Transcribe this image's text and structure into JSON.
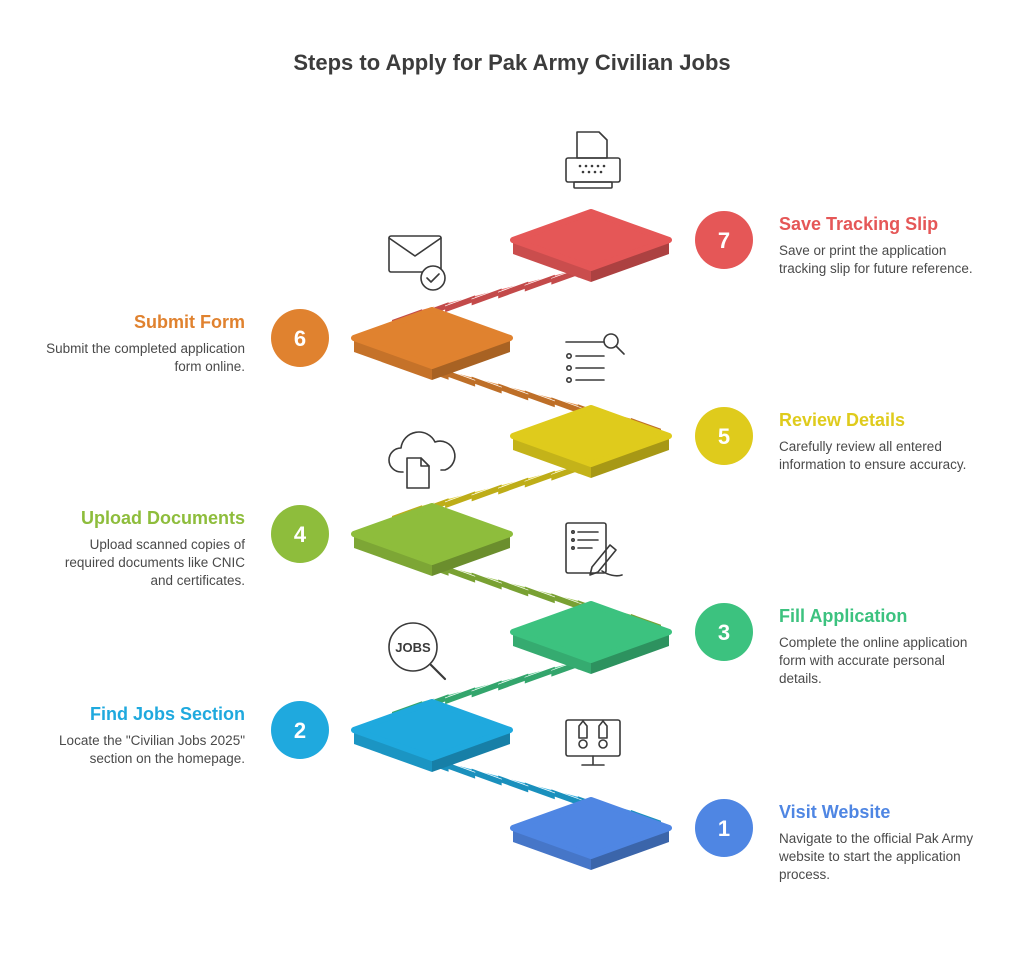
{
  "title": "Steps to Apply for Pak Army Civilian Jobs",
  "steps": [
    {
      "number": "1",
      "title": "Visit Website",
      "description": "Navigate to the official Pak Army website to start the application process.",
      "color": "#4F86E3",
      "side": "right",
      "icon": "monitor-rockets-icon"
    },
    {
      "number": "2",
      "title": "Find Jobs Section",
      "description": "Locate the \"Civilian Jobs 2025\" section on the homepage.",
      "color": "#1FA9DE",
      "side": "left",
      "icon": "jobs-search-icon"
    },
    {
      "number": "3",
      "title": "Fill Application",
      "description": "Complete the online application form with accurate personal details.",
      "color": "#3CC27F",
      "side": "right",
      "icon": "form-pen-icon"
    },
    {
      "number": "4",
      "title": "Upload Documents",
      "description": "Upload scanned copies of required documents like CNIC and certificates.",
      "color": "#8EBD3C",
      "side": "left",
      "icon": "cloud-upload-icon"
    },
    {
      "number": "5",
      "title": "Review Details",
      "description": "Carefully review all entered information to ensure accuracy.",
      "color": "#DFCB1C",
      "side": "right",
      "icon": "list-search-icon"
    },
    {
      "number": "6",
      "title": "Submit Form",
      "description": "Submit the completed application form online.",
      "color": "#E0822F",
      "side": "left",
      "icon": "mail-check-icon"
    },
    {
      "number": "7",
      "title": "Save Tracking Slip",
      "description": "Save or print the application tracking slip for future reference.",
      "color": "#E55757",
      "side": "right",
      "icon": "printer-icon"
    }
  ],
  "icons": {
    "jobs_label": "JOBS"
  }
}
